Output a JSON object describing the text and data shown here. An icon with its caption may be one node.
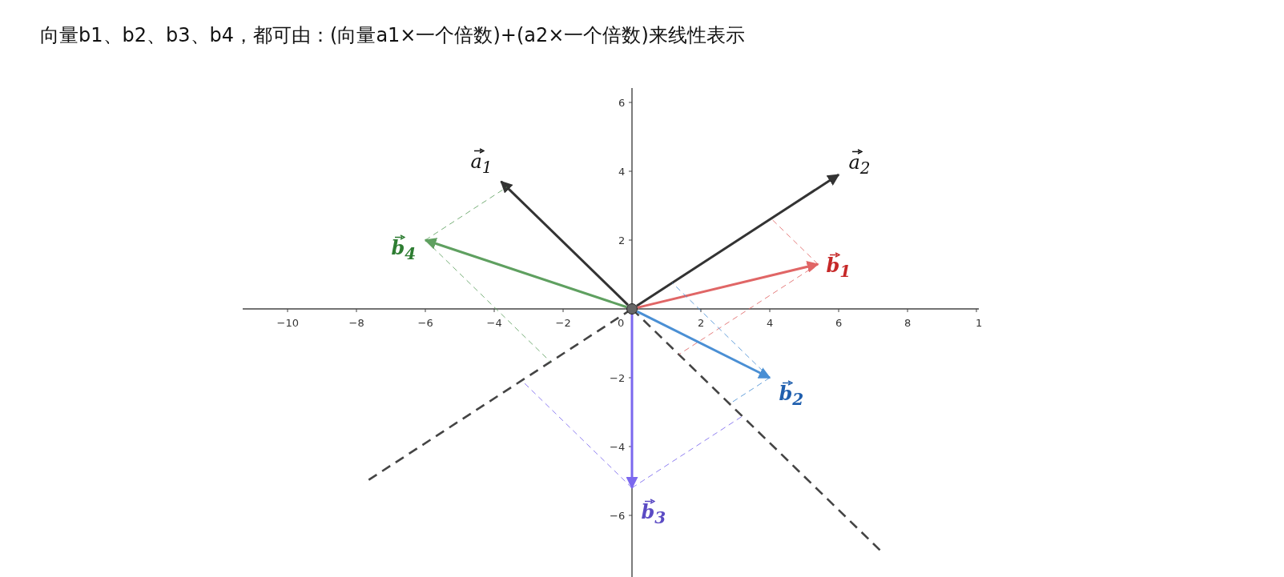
{
  "diagram": {
    "title": "向量b1、b2、b3、b4，都可由：(向量a1×一个倍数)+(a2×一个倍数)来线性表示",
    "nodes": [
      {
        "text": [],
        "shape": "circle"
      },
      {
        "text": [
          "a$_{1}$"
        ]
      },
      {
        "text": [
          "a$_{2}$"
        ]
      },
      {
        "text": [
          "b$_{1}$"
        ]
      },
      {
        "text": [
          "b$_{2}$"
        ]
      },
      {
        "text": [
          "b$_{3}$"
        ]
      },
      {
        "text": [
          "b$_{4}$"
        ]
      }
    ],
    "edges": [
      {
        "from": 0,
        "to": 1,
        "arrow": "to",
        "color": "#333333"
      },
      {
        "from": 0,
        "to": 2,
        "arrow": "to",
        "color": "#333333"
      },
      {
        "from": 0,
        "to": 3,
        "arrow": "to",
        "color": "#e06666"
      },
      {
        "from": 0,
        "to": 4,
        "arrow": "to",
        "color": "#4a8fd4"
      },
      {
        "from": 0,
        "to": 5,
        "arrow": "to",
        "color": "#7b68ee"
      },
      {
        "from": 0,
        "to": 6,
        "arrow": "to",
        "color": "#5fa060"
      }
    ],
    "labels": [
      "6",
      "4",
      "2",
      "−10",
      "−8",
      "−6",
      "−4",
      "−2",
      "0",
      "2",
      "4",
      "6",
      "8",
      "1",
      "−2",
      "−4",
      "−6"
    ]
  }
}
